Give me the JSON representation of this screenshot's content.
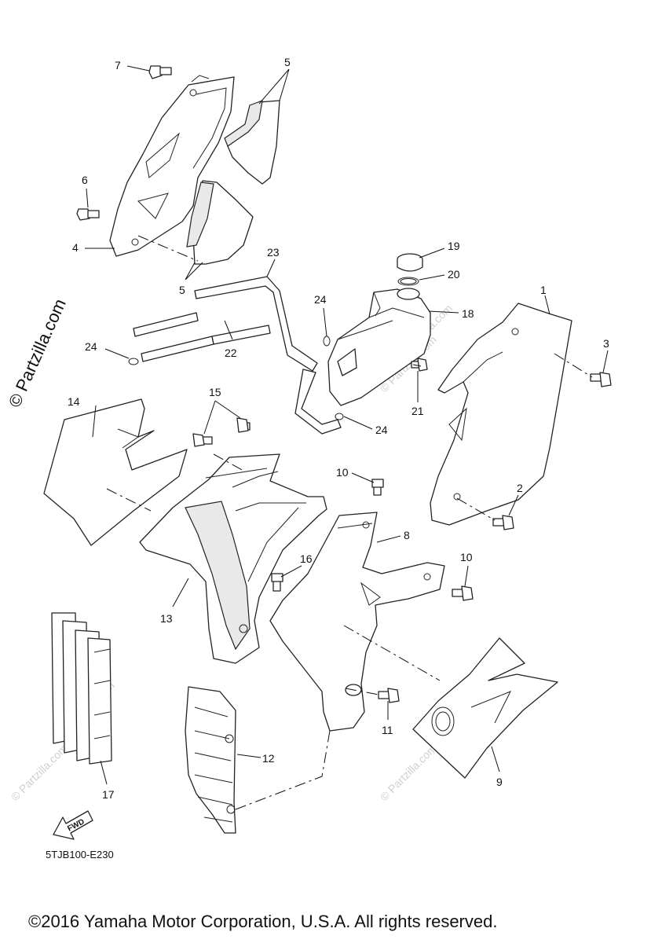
{
  "watermark": {
    "side_text": "© Partzilla.com",
    "tile_text": "© Partzilla.com"
  },
  "callouts": {
    "c1": "1",
    "c2": "2",
    "c3": "3",
    "c4": "4",
    "c5a": "5",
    "c5b": "5",
    "c6": "6",
    "c7": "7",
    "c8": "8",
    "c9": "9",
    "c10a": "10",
    "c10b": "10",
    "c11": "11",
    "c12": "12",
    "c13": "13",
    "c14": "14",
    "c15": "15",
    "c16": "16",
    "c17": "17",
    "c18": "18",
    "c19": "19",
    "c20": "20",
    "c21": "21",
    "c22": "22",
    "c23": "23",
    "c24a": "24",
    "c24b": "24",
    "c24c": "24"
  },
  "fwd_label": "FWD",
  "diagram_code": "5TJB100-E230",
  "copyright": "©2016 Yamaha Motor Corporation, U.S.A. All rights reserved."
}
